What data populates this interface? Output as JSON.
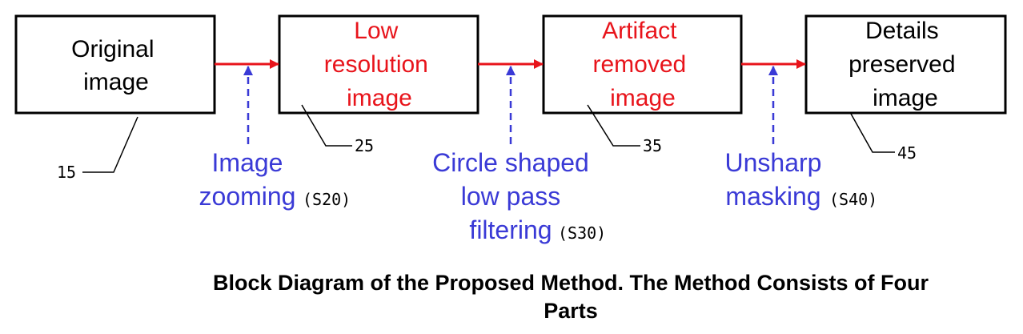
{
  "colors": {
    "box_border": "#000000",
    "text_black": "#000000",
    "text_red": "#e8141b",
    "text_blue": "#3a3ad6",
    "arrow_red": "#e8141b",
    "arrow_blue": "#3a3ad6"
  },
  "blocks": [
    {
      "lines": [
        "Original",
        "image"
      ],
      "color": "#000000",
      "ref": "15"
    },
    {
      "lines": [
        "Low",
        "resolution",
        "image"
      ],
      "color": "#e8141b",
      "ref": "25"
    },
    {
      "lines": [
        "Artifact",
        "removed",
        "image"
      ],
      "color": "#e8141b",
      "ref": "35"
    },
    {
      "lines": [
        "Details",
        "preserved",
        "image"
      ],
      "color": "#000000",
      "ref": "45"
    }
  ],
  "steps": [
    {
      "lines": [
        "Image",
        "zooming"
      ],
      "code": "(S20)"
    },
    {
      "lines": [
        "Circle shaped",
        "low pass",
        "filtering"
      ],
      "code": "(S30)"
    },
    {
      "lines": [
        "Unsharp",
        "masking"
      ],
      "code": "(S40)"
    }
  ],
  "caption": {
    "line1": "Block Diagram of the Proposed Method. The Method Consists of Four",
    "line2": "Parts"
  }
}
